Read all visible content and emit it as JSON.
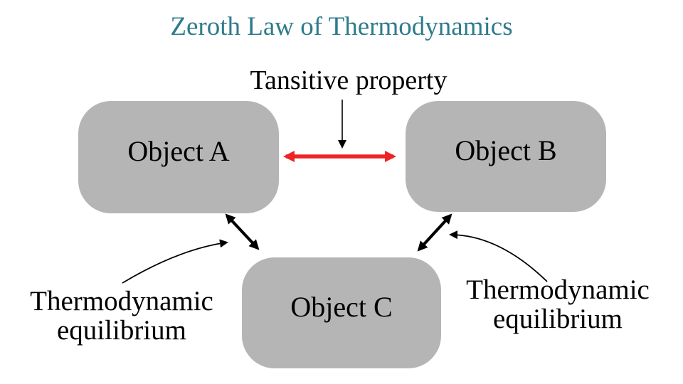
{
  "title": {
    "text": "Zeroth Law of Thermodynamics"
  },
  "labels": {
    "transitive": "Tansitive property",
    "equilibrium_left": "Thermodynamic\nequilibrium",
    "equilibrium_right": "Thermodynamic\nequilibrium"
  },
  "objects": [
    {
      "label": "Object A"
    },
    {
      "label": "Object B"
    },
    {
      "label": "Object C"
    }
  ],
  "arrows": {
    "transitive_pointer": "thin-down-arrow",
    "a_b": "red-double-headed-arrow",
    "a_c": "black-double-headed-arrow",
    "b_c": "black-double-headed-arrow",
    "equilibrium_left_pointer": "thin-curved-arrow",
    "equilibrium_right_pointer": "thin-curved-arrow"
  },
  "colors": {
    "title_color": "#2e7b8c",
    "box_fill": "#b5b5b5",
    "arrow_red": "#ee2424",
    "ink": "#000000",
    "background": "#ffffff"
  }
}
